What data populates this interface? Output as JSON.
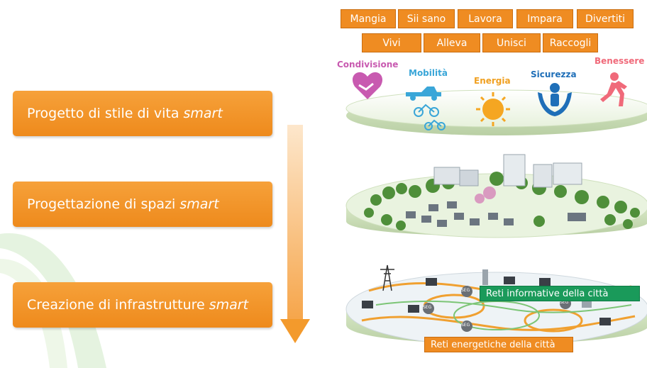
{
  "levels": {
    "lifestyle": {
      "text": "Progetto di stile di vita",
      "italic": "smart"
    },
    "spaces": {
      "text": "Progettazione di spazi",
      "italic": "smart"
    },
    "infrastructure": {
      "text": "Creazione di infrastrutture",
      "italic": "smart"
    }
  },
  "activities": {
    "row1": [
      "Mangia",
      "Sii sano",
      "Lavora",
      "Impara",
      "Divertiti"
    ],
    "row2": [
      "Vivi",
      "Alleva",
      "Unisci",
      "Raccogli"
    ]
  },
  "categories": {
    "condivisione": "Condivisione",
    "mobilita": "Mobilità",
    "energia": "Energia",
    "sicurezza": "Sicurezza",
    "benessere": "Benessere"
  },
  "networks": {
    "info": "Reti informative della città",
    "energy": "Reti energetiche della città",
    "node": "SEG"
  },
  "colors": {
    "orange": "#ef8c22",
    "green_label": "#1a9a5a",
    "condivisione": "#c85ab0",
    "mobilita": "#3aa6d8",
    "energia": "#f0a020",
    "sicurezza": "#1f6fb8",
    "benessere": "#f06a7a"
  }
}
